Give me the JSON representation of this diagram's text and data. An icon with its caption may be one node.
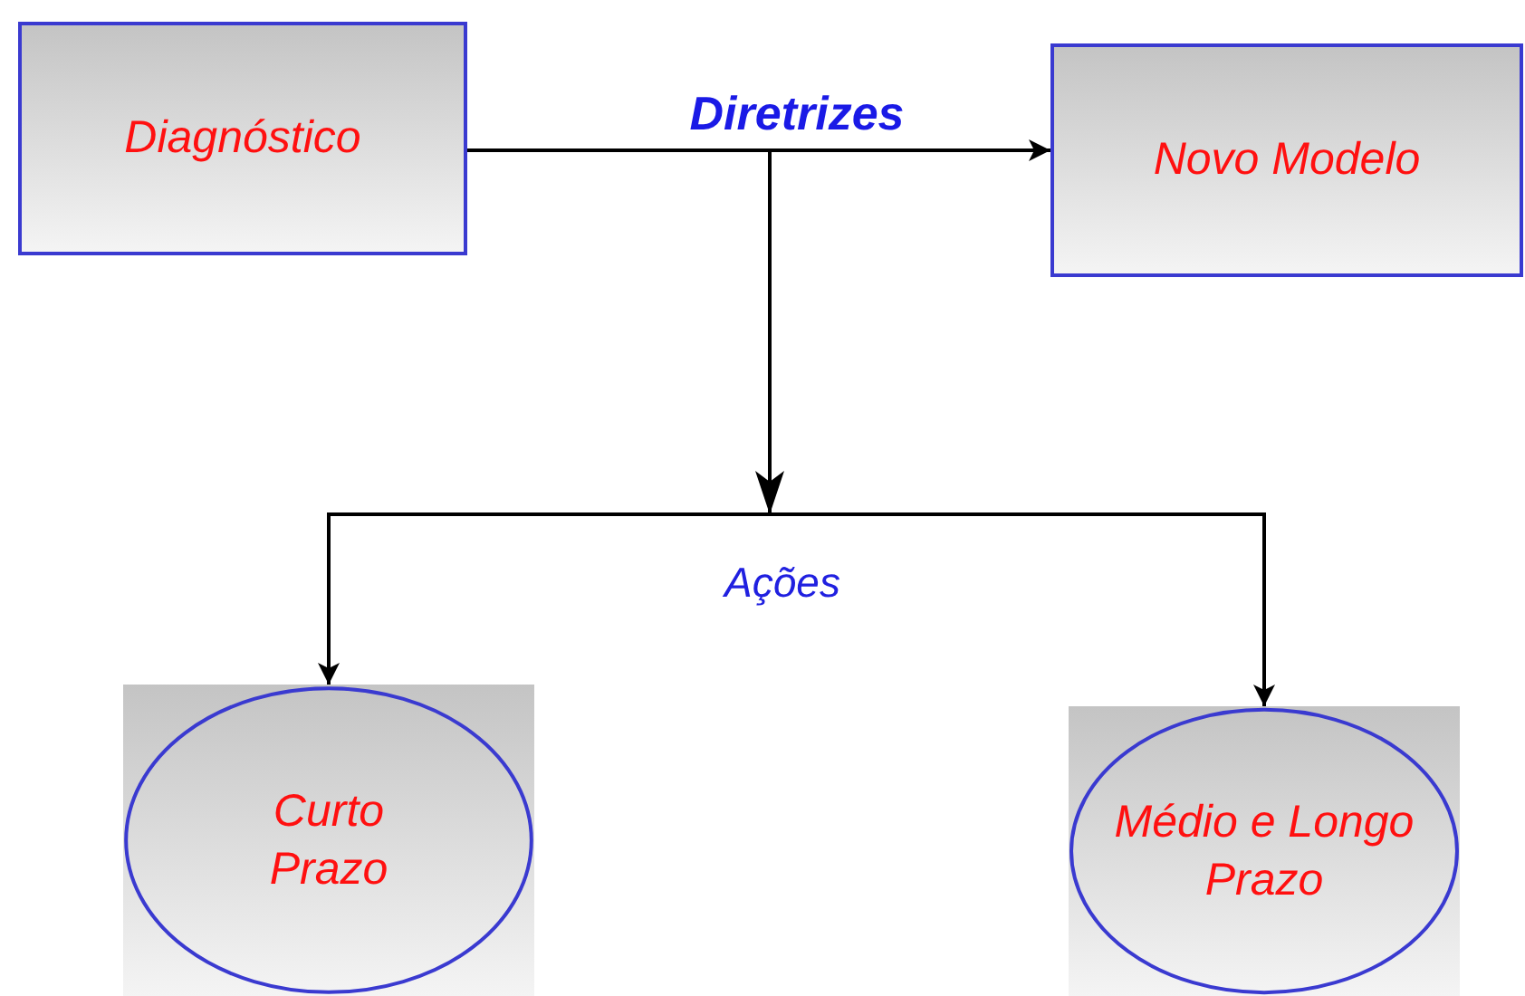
{
  "diagram": {
    "nodes": [
      {
        "text": [
          "Diagnóstico"
        ]
      },
      {
        "text": [
          "Novo Modelo"
        ]
      },
      {
        "text": [
          "Curto Prazo"
        ]
      },
      {
        "text": [
          "Médio e Longo Prazo"
        ]
      }
    ],
    "edges": [
      {
        "from": 0,
        "to": 1,
        "arrow": "to",
        "label": "Diretrizes"
      },
      {
        "from": 0,
        "to": 2,
        "arrow": "to"
      },
      {
        "from": 0,
        "to": 3,
        "arrow": "to"
      }
    ],
    "labels": [
      "Ações"
    ]
  }
}
